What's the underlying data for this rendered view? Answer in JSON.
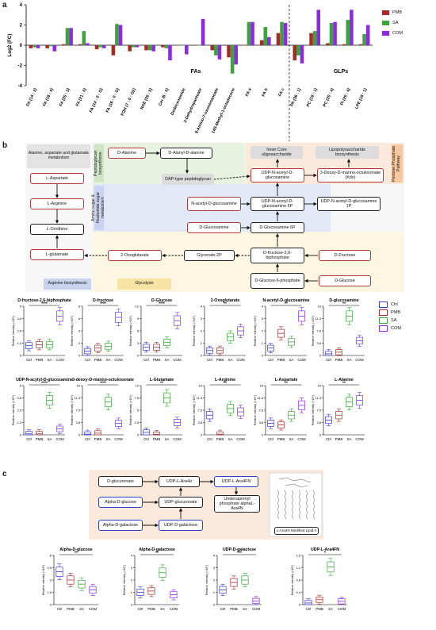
{
  "panels": {
    "a": "a",
    "b": "b",
    "c": "c"
  },
  "colors": {
    "PMB": "#a52a2a",
    "SA": "#3da33d",
    "COM": "#8a2be2",
    "Ctrl": "#3a3acc"
  },
  "panel_a": {
    "legend": [
      "PMB",
      "SA",
      "COM"
    ],
    "group_fas": "FAs",
    "group_glps": "GLPs"
  },
  "panel_b": {
    "regions": {
      "ala": "Alanine, aspartate and glutamate metabolism",
      "pep": "Peptidoglycan biosynthesis",
      "amino": "Amino sugar & Nucleotide sugar metabolism",
      "pentose": "Pentose Phosphate Pathway",
      "arg": "Arginine biosynthesis",
      "glyco": "Glycolysis"
    },
    "nodes": {
      "asp": "L-Aspartate",
      "arg": "L-Arginine",
      "orn": "L-Ornithine",
      "glu": "L-glutamate",
      "dala": "D-Alanine",
      "dalaala": "D-Alanyl-D-alanine",
      "dap": "DAP-type peptidoglycan",
      "core": "Inner Core oligosaccharide",
      "lps": "Lipopolysaccharide biosynthesis",
      "udpglc": "UDP-N-acetyl-D-glucosamine",
      "kdo": "3-Deoxy-D-manno-octulosonate (Kdo)",
      "nac": "N-acetyl-D-glucosamine",
      "udp6p": "UDP-N-acetyl-D-glucosamine 6P",
      "udp1p": "UDP-N-acetyl-D-glucosamine 1P",
      "dglcn": "D-Glucosamine",
      "dglcn6p": "D-Glucosamine 6P",
      "oxo": "2-Oxoglutarate",
      "gly2p": "Glycerate-2P",
      "dfbp": "D-fructose-2,6-biphosphate",
      "dfru": "D-Fructose",
      "dg6p": "D-Glucose-6-phosphate",
      "dglc": "D-Glucose"
    },
    "legend": [
      "Ctrl",
      "PMB",
      "SA",
      "COM"
    ],
    "ylabel": "Relative intensity (×10⁵)",
    "xcats": [
      "Ctrl",
      "PMB",
      "SA",
      "COM"
    ],
    "plots_row1": [
      {
        "title": "D-fructose-2,6-biphosphate",
        "sig": "****"
      },
      {
        "title": "D-fructose",
        "sig": "****"
      },
      {
        "title": "D-Glucose",
        "sig": "****"
      },
      {
        "title": "2-Oxoglutarate",
        "sig": "**"
      },
      {
        "title": "N-acetyl-D-glucosamine",
        "sig": "**"
      },
      {
        "title": "D-glucosamine",
        "sig": "**"
      }
    ],
    "plots_row2": [
      {
        "title": "UDP-N-acytyl-D-glucosamine",
        "sig": "****"
      },
      {
        "title": "3-deoxy-D-manno-octulosonate",
        "sig": "****"
      },
      {
        "title": "L-Glutamate",
        "sig": "**"
      },
      {
        "title": "L-Arginine",
        "sig": "**"
      },
      {
        "title": "L-Aspartate",
        "sig": "**"
      },
      {
        "title": "L-Alanine",
        "sig": "**"
      }
    ]
  },
  "panel_c": {
    "nodes": {
      "dgluc": "D-glucuronate",
      "udpara": "UDP-L-Ara4o",
      "udpara4fn": "UDP-L-Ara4FN",
      "adgluc": "Alpha-D-glucose",
      "udpgluc": "UDP-glucuronate",
      "undec": "Undecaprenyl phosphate alphaL-Ara4N",
      "adgal": "Alpha-D-galactose",
      "udpgal": "UDP-D-galactose",
      "lipid": "L-Ara4N Modified Lipid A"
    },
    "plots": [
      {
        "title": "Alpha-D-glucose",
        "sig": "**"
      },
      {
        "title": "Alpha-D-galactose",
        "sig": "**"
      },
      {
        "title": "UDP-D-galactose",
        "sig": "***"
      },
      {
        "title": "UDP-L-Ara4FN",
        "sig": "*"
      }
    ]
  },
  "chart_data": [
    {
      "type": "bar",
      "title": "",
      "ylabel": "Log2 (FC)",
      "ylim": [
        -4,
        4
      ],
      "categories": [
        "FA (14 : 2)",
        "FA (16 : 4)",
        "FA (20 : 3)",
        "FA (21 : 0)",
        "FA (14 : 0 : O)",
        "FA (16 : 0 : O)",
        "FOH (7 : 0 : O2)",
        "NAE (20 : 0)",
        "Cer (6 : 0)",
        "Dodecenamide",
        "2-Dehydropantoate",
        "8-Amino-7-oxononanoate",
        "14S-Methyl-1-octadecene",
        "FA a",
        "FA b",
        "FA c",
        "PA (36 : 1)",
        "PC (19 : 1)",
        "PC (20 : 4)",
        "PI (20 : 4)",
        "LPE (18 : 1)"
      ],
      "series": [
        {
          "name": "PMB",
          "values": [
            -0.3,
            -0.3,
            0.1,
            0.1,
            -0.4,
            -1.0,
            -0.6,
            -0.5,
            -0.2,
            0.0,
            0.0,
            -0.5,
            -1.2,
            0.0,
            0.5,
            1.2,
            -1.5,
            1.2,
            0.2,
            0.1,
            0.1
          ]
        },
        {
          "name": "SA",
          "values": [
            -0.2,
            -0.1,
            1.7,
            1.4,
            -0.2,
            2.1,
            -0.2,
            -0.5,
            -0.3,
            0.0,
            0.0,
            -1.0,
            -2.8,
            2.3,
            1.8,
            2.3,
            -1.0,
            1.4,
            2.2,
            2.5,
            1.1
          ]
        },
        {
          "name": "COM",
          "values": [
            -0.3,
            -0.6,
            1.7,
            0.2,
            -0.3,
            2.0,
            -0.2,
            -0.6,
            -1.5,
            -0.9,
            2.6,
            -1.4,
            -1.9,
            2.3,
            0.8,
            2.2,
            -1.8,
            3.5,
            2.3,
            3.5,
            2.0
          ]
        }
      ]
    },
    {
      "type": "box",
      "categories": [
        "Ctrl",
        "PMB",
        "SA",
        "COM"
      ],
      "panels": [
        {
          "title": "D-fructose-2,6-biphosphate",
          "ylim": [
            0,
            5
          ],
          "medians": [
            1.0,
            1.1,
            1.1,
            4.0
          ]
        },
        {
          "title": "D-fructose",
          "ylim": [
            0,
            8
          ],
          "medians": [
            0.7,
            1.2,
            1.5,
            6.2
          ]
        },
        {
          "title": "D-Glucose",
          "ylim": [
            0,
            12
          ],
          "medians": [
            2.0,
            2.0,
            3.2,
            8.5
          ]
        },
        {
          "title": "2-Oxoglutarate",
          "ylim": [
            0,
            4
          ],
          "medians": [
            0.4,
            0.4,
            1.5,
            2.0
          ]
        },
        {
          "title": "N-acetyl-D-glucosamine",
          "ylim": [
            0,
            4
          ],
          "medians": [
            0.6,
            1.8,
            1.1,
            3.2
          ]
        },
        {
          "title": "D-glucosamine",
          "ylim": [
            0,
            15
          ],
          "medians": [
            0.5,
            1.0,
            12.0,
            4.5
          ]
        },
        {
          "title": "UDP-N-acytyl-D-glucosamine",
          "ylim": [
            0,
            5
          ],
          "medians": [
            0.1,
            0.1,
            3.5,
            0.6
          ]
        },
        {
          "title": "3-deoxy-D-manno-octulosonate",
          "ylim": [
            0,
            15
          ],
          "medians": [
            0.2,
            0.5,
            10.0,
            3.5
          ]
        },
        {
          "title": "L-Glutamate",
          "ylim": [
            0,
            10
          ],
          "medians": [
            0.5,
            0.1,
            7.5,
            2.5
          ]
        },
        {
          "title": "L-Arginine",
          "ylim": [
            0,
            15
          ],
          "medians": [
            6.0,
            0.2,
            8.0,
            7.0
          ]
        },
        {
          "title": "L-Aspartate",
          "ylim": [
            0,
            15
          ],
          "medians": [
            3.5,
            3.0,
            6.0,
            9.0
          ]
        },
        {
          "title": "L-Alanine",
          "ylim": [
            0,
            15
          ],
          "medians": [
            4.5,
            6.0,
            10.0,
            10.5
          ]
        },
        {
          "title": "Alpha-D-glucose",
          "ylim": [
            0,
            6
          ],
          "medians": [
            4.0,
            3.0,
            2.5,
            1.8
          ]
        },
        {
          "title": "Alpha-D-galactose",
          "ylim": [
            0,
            4
          ],
          "medians": [
            1.0,
            1.1,
            2.6,
            0.8
          ]
        },
        {
          "title": "UDP-D-galactose",
          "ylim": [
            0,
            4
          ],
          "medians": [
            1.2,
            1.8,
            2.0,
            0.3
          ]
        },
        {
          "title": "UDP-L-Ara4FN",
          "ylim": [
            0,
            1.5
          ],
          "medians": [
            0.05,
            0.15,
            1.15,
            0.1
          ]
        }
      ]
    }
  ]
}
